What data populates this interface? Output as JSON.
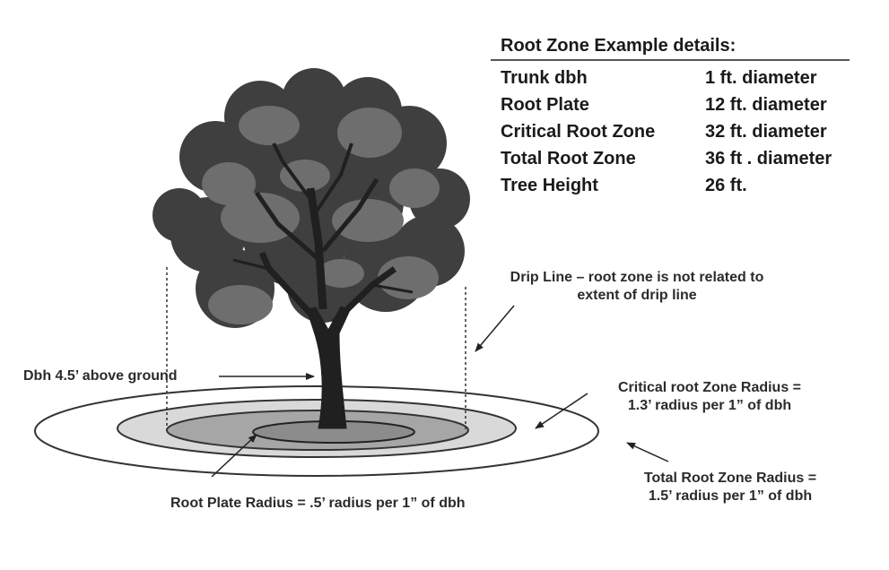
{
  "table": {
    "title": "Root Zone Example details:",
    "rows": [
      {
        "label": "Trunk dbh",
        "value": "1 ft. diameter"
      },
      {
        "label": "Root Plate",
        "value": "12 ft. diameter"
      },
      {
        "label": "Critical Root Zone",
        "value": "32 ft. diameter"
      },
      {
        "label": "Total Root Zone",
        "value": "36 ft . diameter"
      },
      {
        "label": "Tree Height",
        "value": "26 ft."
      }
    ]
  },
  "labels": {
    "drip_line_1": "Drip Line – root zone is not related to",
    "drip_line_2": "extent of drip line",
    "dbh": "Dbh 4.5’ above ground",
    "critical_1": "Critical root Zone Radius =",
    "critical_2": "1.3’ radius per  1” of dbh",
    "total_1": "Total Root Zone Radius =",
    "total_2": "1.5’ radius per  1” of dbh",
    "root_plate": "Root Plate Radius = .5’ radius per 1” of dbh"
  },
  "colors": {
    "total_zone": "#ffffff",
    "critical_zone": "#d9d9d9",
    "root_plate_outer": "#a6a6a6",
    "root_plate_inner": "#8c8c8c",
    "canopy_dark": "#3f3f3f",
    "canopy_light": "#6e6e6e",
    "trunk": "#202020"
  }
}
